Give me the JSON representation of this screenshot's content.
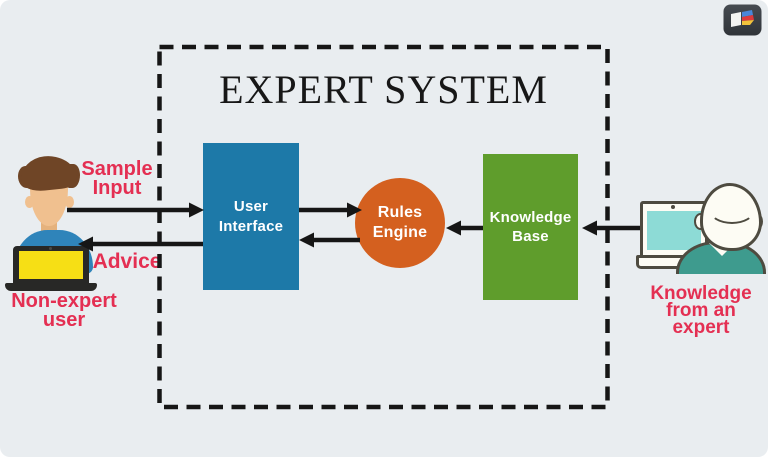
{
  "colors": {
    "background": "#e9edf0",
    "user_interface_box": "#1d79a8",
    "rules_engine_circle": "#d4601f",
    "knowledge_base_box": "#5f9d2c",
    "annotation_text": "#e42f52",
    "arrows_and_border": "#161616"
  },
  "diagram": {
    "title": "EXPERT SYSTEM",
    "nodes": {
      "user_interface": {
        "label": "User\nInterface"
      },
      "rules_engine": {
        "label": "Rules\nEngine"
      },
      "knowledge_base": {
        "label": "Knowledge\nBase"
      }
    },
    "connections": [
      {
        "name": "sample-input-arrow",
        "from": "Non-expert user",
        "to": "User Interface",
        "label": "Sample Input"
      },
      {
        "name": "advice-arrow",
        "from": "User Interface",
        "to": "Non-expert user",
        "label": "Advice"
      },
      {
        "name": "ui-to-rules-arrow",
        "from": "User Interface",
        "to": "Rules Engine",
        "label": ""
      },
      {
        "name": "rules-to-ui-arrow",
        "from": "Rules Engine",
        "to": "User Interface",
        "label": ""
      },
      {
        "name": "kb-to-rules-arrow",
        "from": "Knowledge Base",
        "to": "Rules Engine",
        "label": ""
      },
      {
        "name": "expert-to-kb-arrow",
        "from": "Expert",
        "to": "Knowledge Base",
        "label": ""
      }
    ]
  },
  "annotations": {
    "sample_input": "Sample\nInput",
    "advice": "Advice",
    "non_expert_user": "Non-expert\nuser",
    "knowledge_from_expert": "Knowledge\nfrom an\nexpert"
  },
  "icons": {
    "app_logo": "open-book-logo",
    "non_expert_user": "person-with-laptop-illustration",
    "expert": "expert-with-monitor-illustration"
  }
}
